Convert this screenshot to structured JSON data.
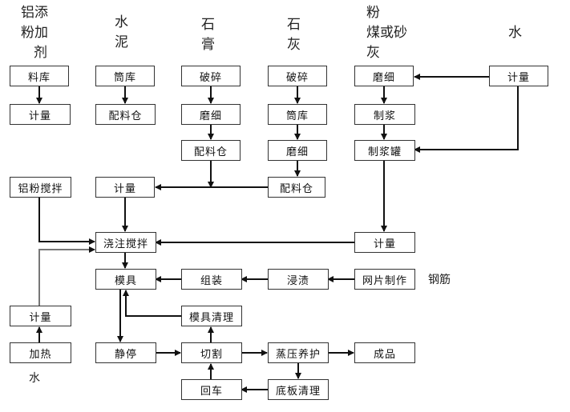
{
  "diagram": {
    "type": "process-flowchart",
    "inputs": [
      {
        "id": "in-al",
        "lines": [
          "铝添",
          "粉加",
          "剂"
        ]
      },
      {
        "id": "in-cement",
        "lines": [
          "水",
          "泥"
        ]
      },
      {
        "id": "in-gypsum",
        "lines": [
          "石",
          "膏"
        ]
      },
      {
        "id": "in-lime",
        "lines": [
          "石",
          "灰"
        ]
      },
      {
        "id": "in-ash",
        "lines": [
          "粉",
          "煤或砂",
          "灰"
        ]
      },
      {
        "id": "in-water-top",
        "lines": [
          "水"
        ]
      },
      {
        "id": "in-steel",
        "lines": [
          "钢筋"
        ]
      },
      {
        "id": "in-water-bottom",
        "lines": [
          "水"
        ]
      }
    ],
    "nodes": {
      "al_store": "料库",
      "al_meter": "计量",
      "al_mix": "铝粉搅拌",
      "hot_meter": "计量",
      "heat": "加热",
      "cement_silo": "筒库",
      "cement_bin": "配料仓",
      "meter_main": "计量",
      "pour_mix": "浇注搅拌",
      "mold": "模具",
      "rest": "静停",
      "gyp_crush": "破碎",
      "gyp_grind": "磨细",
      "gyp_bin": "配料仓",
      "assemble": "组装",
      "mold_clean": "模具清理",
      "cut": "切割",
      "return_cart": "回车",
      "lime_crush": "破碎",
      "lime_silo": "筒库",
      "lime_grind": "磨细",
      "lime_bin": "配料仓",
      "dip": "浸渍",
      "autoclave": "蒸压养护",
      "plate_clean": "底板清理",
      "ash_grind": "磨细",
      "slurry": "制浆",
      "slurry_tank": "制浆罐",
      "slurry_meter": "计量",
      "mesh": "网片制作",
      "product": "成品",
      "water_meter": "计量"
    },
    "edges": [
      [
        "al_store",
        "al_meter"
      ],
      [
        "cement_silo",
        "cement_bin"
      ],
      [
        "gyp_crush",
        "gyp_grind"
      ],
      [
        "gyp_grind",
        "gyp_bin"
      ],
      [
        "lime_crush",
        "lime_silo"
      ],
      [
        "lime_silo",
        "lime_grind"
      ],
      [
        "lime_grind",
        "lime_bin"
      ],
      [
        "gyp_bin",
        "meter_main"
      ],
      [
        "lime_bin",
        "meter_main"
      ],
      [
        "water_meter",
        "ash_grind"
      ],
      [
        "ash_grind",
        "slurry"
      ],
      [
        "slurry",
        "slurry_tank"
      ],
      [
        "water_meter",
        "slurry_tank"
      ],
      [
        "slurry_tank",
        "slurry_meter"
      ],
      [
        "meter_main",
        "pour_mix"
      ],
      [
        "al_mix",
        "pour_mix"
      ],
      [
        "hot_meter",
        "pour_mix"
      ],
      [
        "slurry_meter",
        "pour_mix"
      ],
      [
        "heat",
        "hot_meter"
      ],
      [
        "pour_mix",
        "mold"
      ],
      [
        "mesh",
        "dip"
      ],
      [
        "dip",
        "assemble"
      ],
      [
        "assemble",
        "mold"
      ],
      [
        "mold_clean",
        "mold"
      ],
      [
        "mold",
        "rest"
      ],
      [
        "rest",
        "cut"
      ],
      [
        "cut",
        "mold_clean"
      ],
      [
        "cut",
        "autoclave"
      ],
      [
        "autoclave",
        "product"
      ],
      [
        "autoclave",
        "plate_clean"
      ],
      [
        "plate_clean",
        "return_cart"
      ],
      [
        "return_cart",
        "cut"
      ]
    ]
  }
}
